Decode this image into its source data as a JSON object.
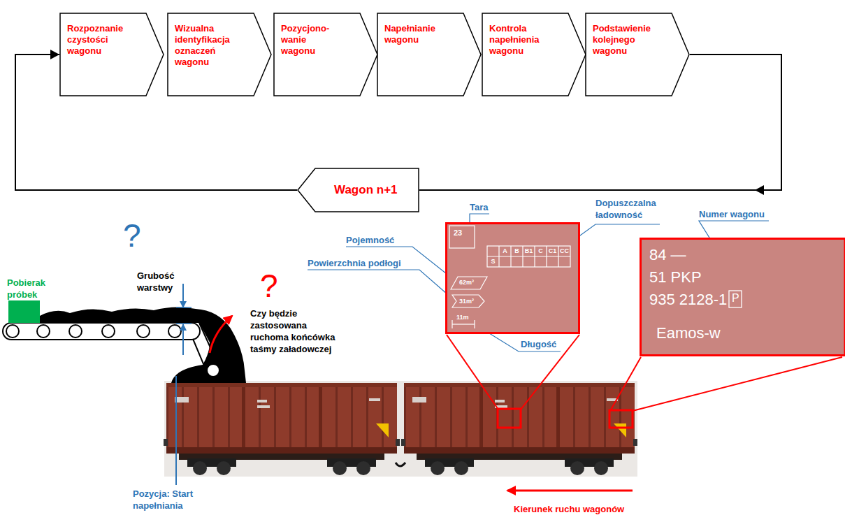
{
  "diagram": {
    "nodes": [
      {
        "text": [
          "Rozpoznanie czystości wagonu"
        ]
      },
      {
        "text": [
          "Wizualna identyfikacja oznaczeń wagonu"
        ]
      },
      {
        "text": [
          "Pozycjono- wanie wagonu"
        ]
      },
      {
        "text": [
          "Napełnianie wagonu"
        ]
      },
      {
        "text": [
          "Kontrola napełnienia wagonu"
        ]
      },
      {
        "text": [
          "Podstawienie kolejnego wagonu"
        ]
      },
      {
        "text": [
          "Wagon n+1"
        ]
      },
      {
        "text": [
          "23",
          "A",
          "B",
          "B1",
          "C",
          "C1",
          "CC",
          "S",
          "62m³",
          "31m²",
          "11m"
        ]
      },
      {
        "text": [
          "84 —",
          "51 PKP",
          "935 2128-1",
          "P",
          "Eamos-w"
        ]
      }
    ],
    "edges": [
      {
        "from": 5,
        "to": 6,
        "arrow": "to"
      },
      {
        "from": 6,
        "to": 0,
        "arrow": "to"
      }
    ],
    "labels": [
      "Pobierak próbek",
      "?",
      "Grubość warstwy",
      "?",
      "Czy będzie zastosowana ruchoma końcówka taśmy załadowczej",
      "Tara",
      "Pojemność",
      "Powierzchnia podłogi",
      "Dopuszczalna ładowność",
      "Numer wagonu",
      "Długość",
      "Pozycja: Start napełniania",
      "Kierunek ruchu wagonów"
    ]
  }
}
